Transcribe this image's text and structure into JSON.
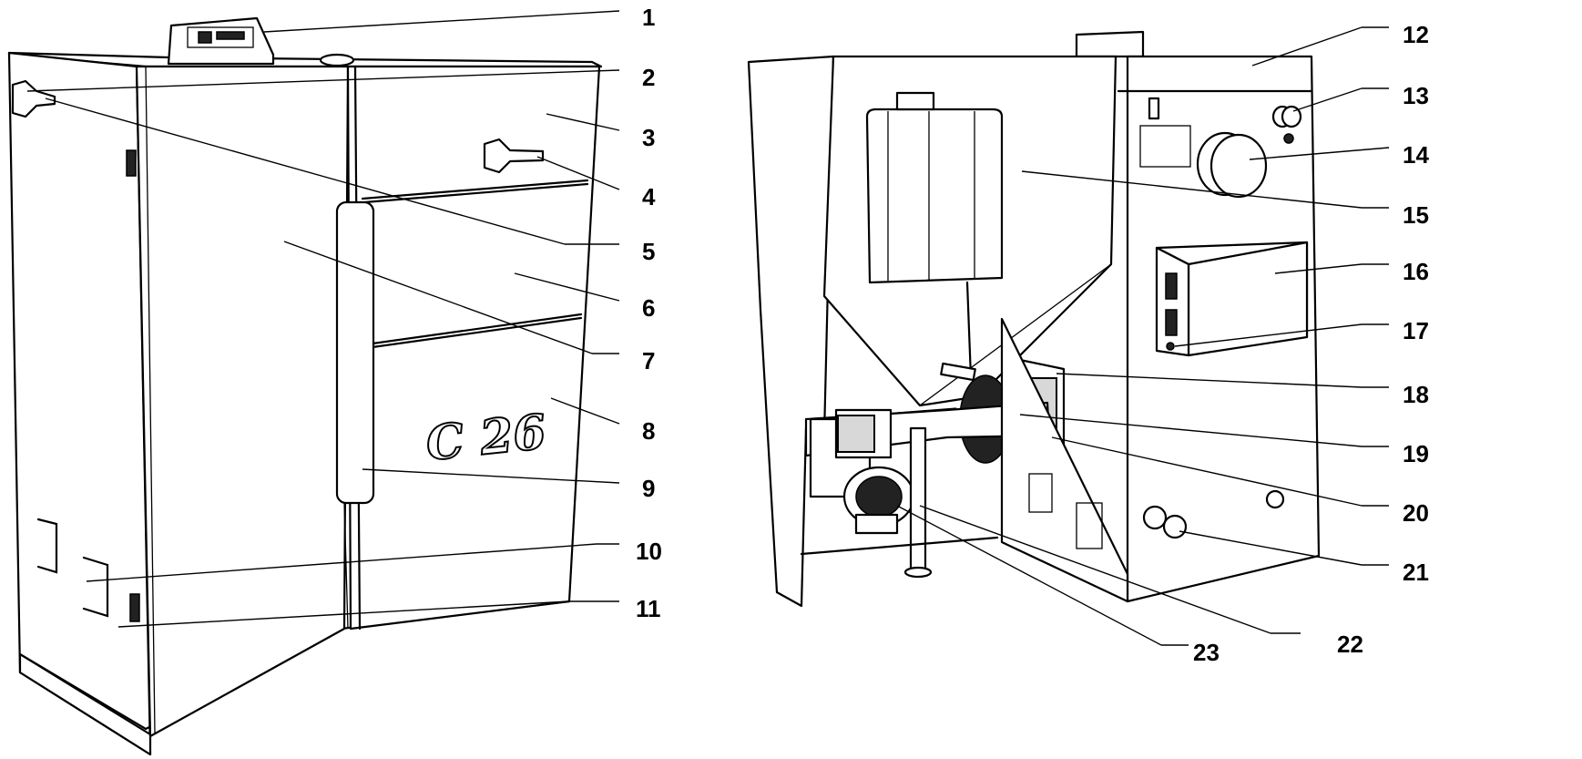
{
  "boiler_model_marking": "C 26",
  "callouts": [
    "1",
    "2",
    "3",
    "4",
    "5",
    "6",
    "7",
    "8",
    "9",
    "10",
    "11",
    "12",
    "13",
    "14",
    "15",
    "16",
    "17",
    "18",
    "19",
    "20",
    "21",
    "22",
    "23"
  ],
  "colors": {
    "line": "#000000",
    "background": "#ffffff"
  }
}
